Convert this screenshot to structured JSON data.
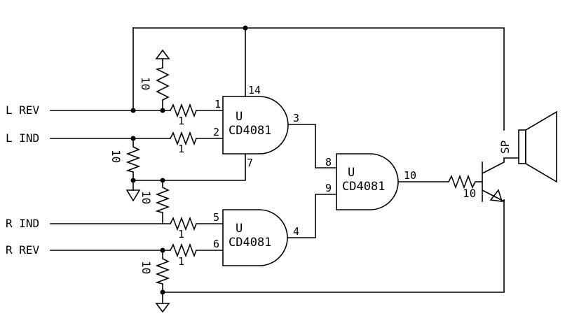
{
  "inputs": {
    "l_rev": "L REV",
    "l_ind": "L IND",
    "r_ind": "R IND",
    "r_rev": "R REV"
  },
  "resistors": {
    "r_top": "10",
    "r_mid_left": "10",
    "r_mid": "10",
    "r_bottom": "10",
    "r_out": "10",
    "series_1": "1",
    "series_2": "1",
    "series_3": "1",
    "series_4": "1"
  },
  "gates": {
    "g1": {
      "ref": "U",
      "part": "CD4081"
    },
    "g2": {
      "ref": "U",
      "part": "CD4081"
    },
    "g3": {
      "ref": "U",
      "part": "CD4081"
    }
  },
  "pins": {
    "p14": "14",
    "p1": "1",
    "p2": "2",
    "p3": "3",
    "p7": "7",
    "p5": "5",
    "p6": "6",
    "p4": "4",
    "p8": "8",
    "p9": "9",
    "p10": "10"
  },
  "speaker": {
    "label": "SP"
  }
}
